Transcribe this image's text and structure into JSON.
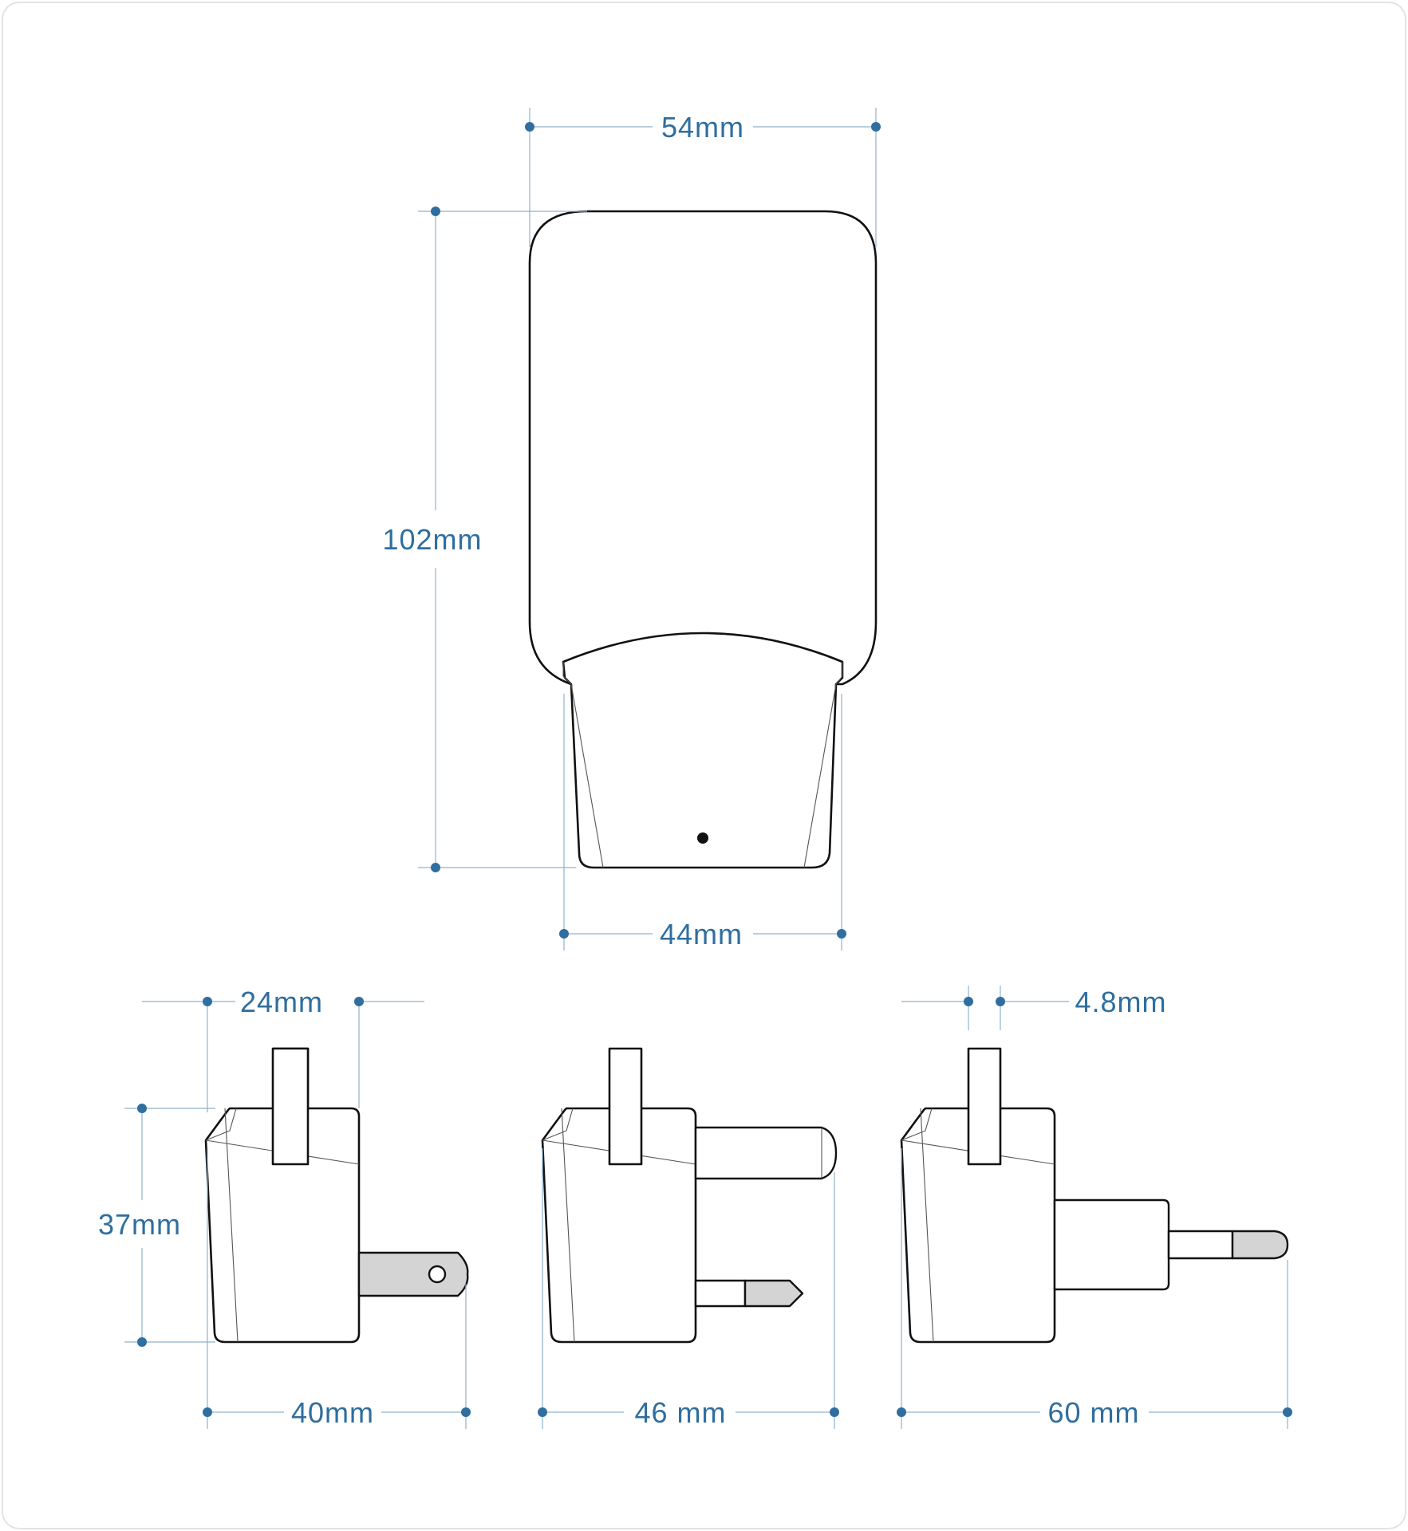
{
  "dimensions": {
    "front_width": "54mm",
    "front_height": "102mm",
    "front_bottom_width": "44mm",
    "side_cable_width": "24mm",
    "side_height": "37mm",
    "us_depth": "40mm",
    "uk_depth": "46 mm",
    "eu_depth": "60 mm",
    "cable_gap": "4.8mm"
  },
  "colors": {
    "dimension": "#2f6e9f",
    "outline": "#111111",
    "pin_fill": "#d4d4d4"
  }
}
